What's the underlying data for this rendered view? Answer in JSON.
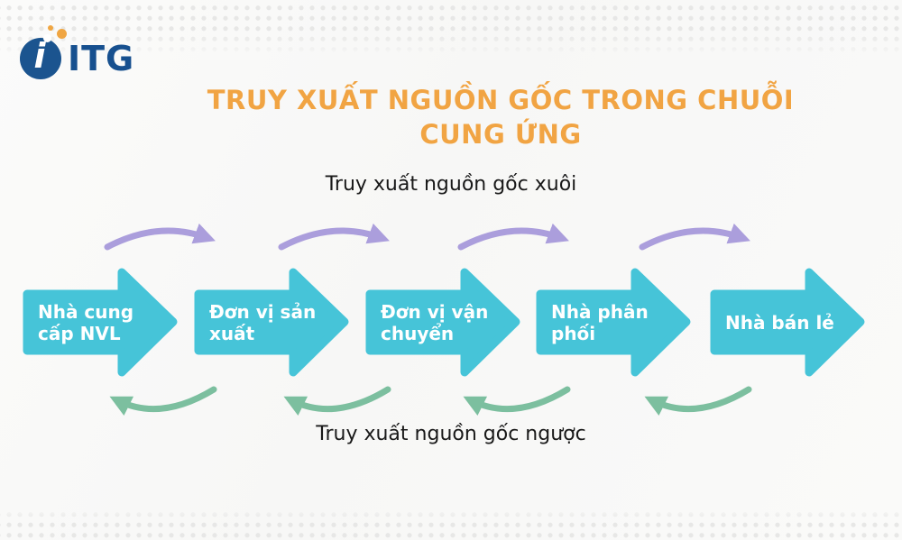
{
  "brand": {
    "name": "ITG",
    "logo_letter": "i"
  },
  "header": {
    "title": "TRUY XUẤT NGUỒN GỐC TRONG CHUỖI\nCUNG ỨNG"
  },
  "flow": {
    "forward_label": "Truy xuất nguồn gốc xuôi",
    "backward_label": "Truy xuất nguồn gốc ngược",
    "stages": [
      {
        "label": "Nhà cung\ncấp NVL"
      },
      {
        "label": "Đơn vị sản\nxuất"
      },
      {
        "label": "Đơn vị vận\nchuyển"
      },
      {
        "label": "Nhà phân\nphối"
      },
      {
        "label": "Nhà bán lẻ"
      }
    ]
  },
  "colors": {
    "stage_arrow": "#46C4D8",
    "forward_arc": "#AB9EDC",
    "backward_arc": "#7CBF9F",
    "title": "#F1A443",
    "logo_blue": "#1B548F",
    "logo_orange": "#F0A643",
    "text": "#191919",
    "background": "#F8F8F7",
    "dots": "#E7E7E6"
  }
}
